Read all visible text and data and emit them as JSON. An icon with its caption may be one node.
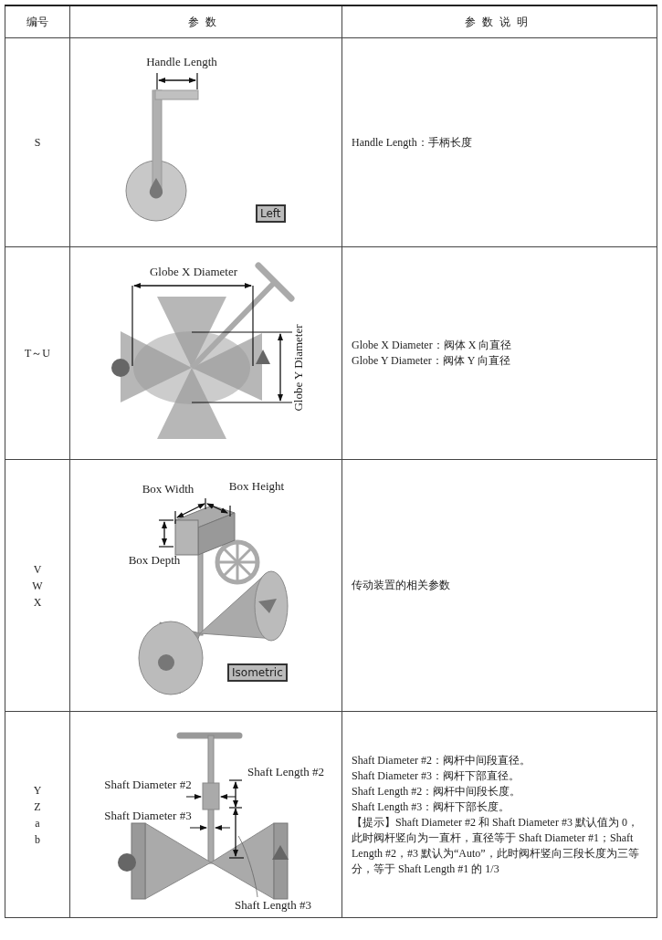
{
  "diagram": {
    "nodes": [
      {
        "text": [
          "Shaft Length #3"
        ]
      },
      {
        "text": [],
        "shape": "line"
      }
    ],
    "edges": [
      {
        "from": 0,
        "to": 1,
        "arrow": "none"
      }
    ],
    "labels": [
      "编号",
      "参数",
      "参数说明",
      "S",
      "Handle Length",
      "Left",
      "Handle Length：手柄长度",
      "T～U",
      "Globe X Diameter",
      "Globe Y Diameter",
      "Globe X Diameter：阀体 X 向直径",
      "Globe Y Diameter：阀体 Y 向直径",
      "V W X",
      "Box Width",
      "Box Height",
      "Box Depth",
      "Isometric",
      "传动装置的相关参数",
      "Y Z a b",
      "Shaft Diameter #2",
      "Shaft Length #2",
      "Shaft Diameter #3",
      "Shaft Diameter #2：阀杆中间段直径。",
      "Shaft Diameter #3：阀杆下部直径。",
      "Shaft Length #2：阀杆中间段长度。",
      "Shaft Length #3：阀杆下部长度。",
      "【提示】Shaft Diameter #2 和 Shaft Diameter #3 默认值为 0，此时阀杆竖向为一直杆，直径等于 Shaft Diameter #1；Shaft Length #2，#3 默认为“Auto”，此时阀杆竖向三段长度为三等分，等于 Shaft Length #1 的 1/3"
    ]
  }
}
